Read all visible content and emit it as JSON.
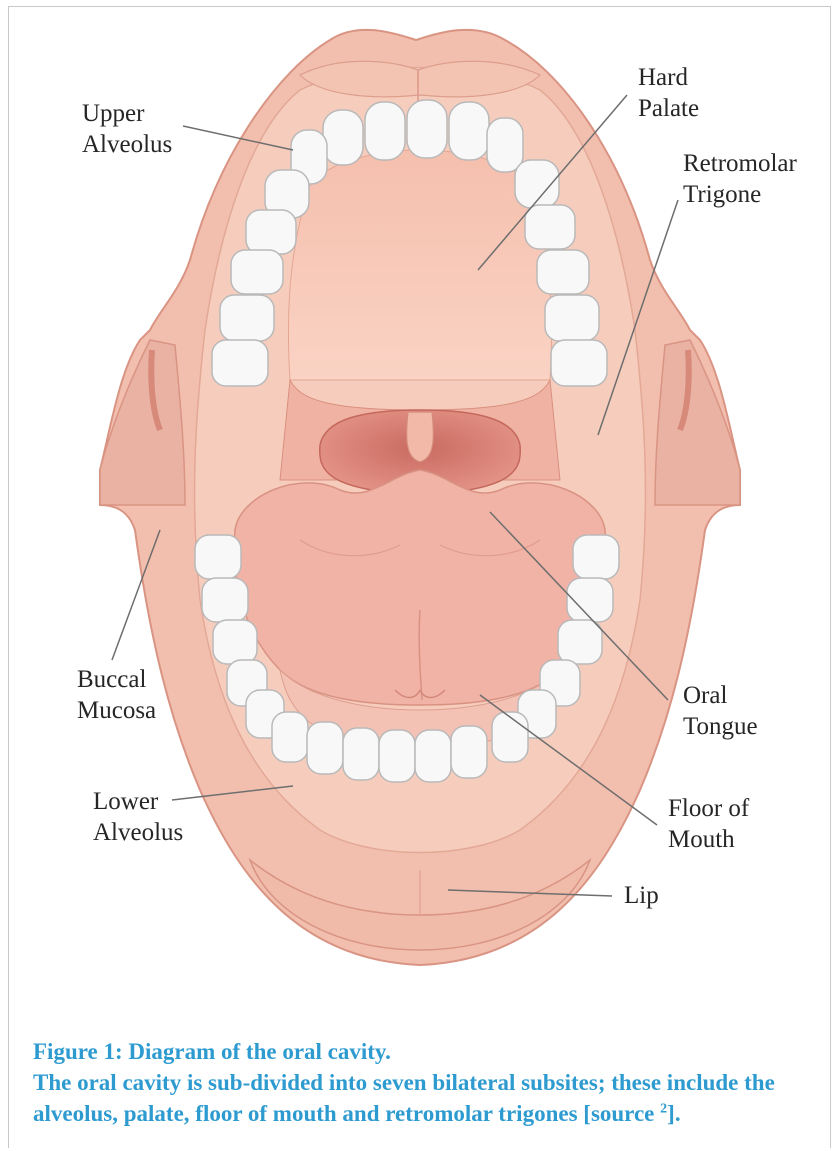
{
  "labels": {
    "upper_alveolus": [
      "Upper",
      "Alveolus"
    ],
    "hard_palate": [
      "Hard",
      "Palate"
    ],
    "retromolar_trigone": [
      "Retromolar",
      "Trigone"
    ],
    "buccal_mucosa": [
      "Buccal",
      "Mucosa"
    ],
    "oral_tongue": [
      "Oral",
      "Tongue"
    ],
    "lower_alveolus": [
      "Lower",
      "Alveolus"
    ],
    "floor_of_mouth": [
      "Floor of",
      "Mouth"
    ],
    "lip": "Lip"
  },
  "caption": {
    "title": "Figure 1: Diagram of the oral cavity.",
    "body": "The oral cavity is sub-divided into seven bilateral subsites; these include the alveolus, palate, floor of mouth and retromolar trigones",
    "source_prefix": "[source ",
    "source_ref": "2",
    "source_suffix": "]."
  },
  "colors": {
    "lip": "#f2bfae",
    "lip_edge": "#d99483",
    "mucosa": "#f6cdbd",
    "palate": "#f7c9b8",
    "throat": "#d98074",
    "tongue": "#f1b3a6",
    "tooth": "#f8f8f8",
    "tooth_edge": "#b9b9b9",
    "caption": "#2e9bd0"
  }
}
